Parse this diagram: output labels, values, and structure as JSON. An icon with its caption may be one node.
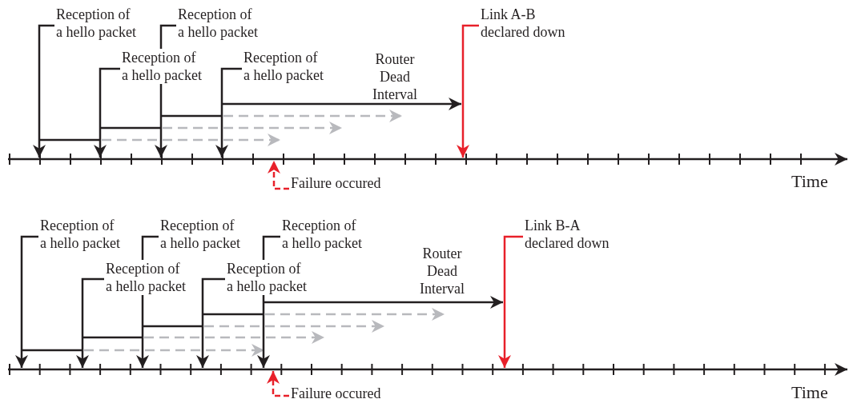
{
  "diagram": {
    "nodes": [
      {
        "text": [
          "Reception of a hello packet"
        ]
      },
      {
        "text": [
          "Reception of a hello packet"
        ]
      },
      {
        "text": [
          "Reception of a hello packet"
        ]
      },
      {
        "text": [
          "Reception of a hello packet"
        ]
      },
      {
        "text": [
          "Link A-B declared down"
        ]
      },
      {
        "text": [
          "Failure occured"
        ]
      },
      {
        "text": [],
        "shape": "bar",
        "beside": [
          "Time"
        ]
      },
      {
        "text": [
          "Reception of a hello packet"
        ]
      },
      {
        "text": [
          "Reception of a hello packet"
        ]
      },
      {
        "text": [
          "Reception of a hello packet"
        ]
      },
      {
        "text": [
          "Reception of a hello packet"
        ]
      },
      {
        "text": [
          "Reception of a hello packet"
        ]
      },
      {
        "text": [
          "Link B-A declared down"
        ]
      },
      {
        "text": [
          "Failure occured"
        ]
      },
      {
        "text": [],
        "shape": "bar",
        "beside": [
          "Time"
        ]
      }
    ],
    "edges": [
      {
        "from": 0,
        "to": 6,
        "arrow": "to"
      },
      {
        "from": 1,
        "to": 6,
        "arrow": "to"
      },
      {
        "from": 2,
        "to": 6,
        "arrow": "to"
      },
      {
        "from": 3,
        "to": 6,
        "arrow": "to"
      },
      {
        "from": 4,
        "to": 6,
        "arrow": "to",
        "color": "#e8202a"
      },
      {
        "from": 5,
        "to": 6,
        "arrow": "to",
        "style": "dashed",
        "color": "#e8202a"
      },
      {
        "from": 7,
        "to": 14,
        "arrow": "to"
      },
      {
        "from": 8,
        "to": 14,
        "arrow": "to"
      },
      {
        "from": 9,
        "to": 14,
        "arrow": "to"
      },
      {
        "from": 10,
        "to": 14,
        "arrow": "to"
      },
      {
        "from": 11,
        "to": 14,
        "arrow": "to"
      },
      {
        "from": 12,
        "to": 14,
        "arrow": "to",
        "color": "#e8202a"
      },
      {
        "from": 13,
        "to": 14,
        "arrow": "to",
        "style": "dashed",
        "color": "#e8202a"
      }
    ],
    "labels": [
      "Router Dead Interval",
      "Router Dead Interval"
    ]
  }
}
